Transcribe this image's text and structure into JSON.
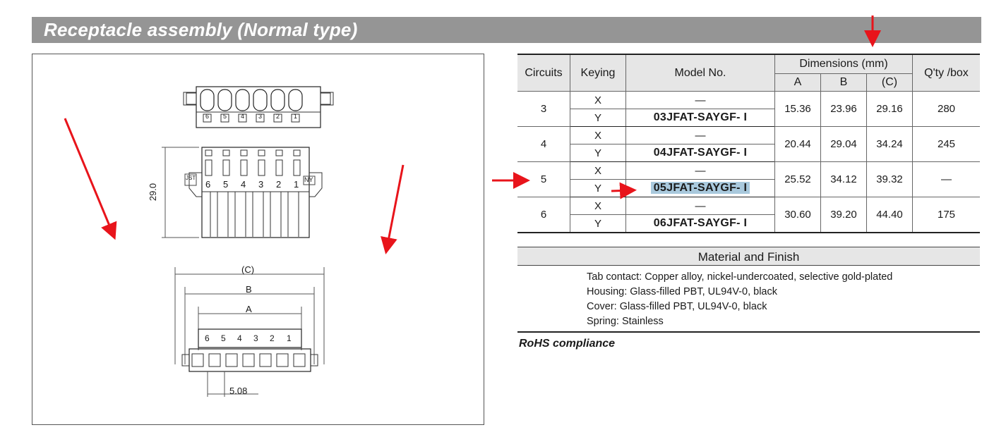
{
  "title": "Receptacle assembly (Normal type)",
  "drawing": {
    "top_numbers": [
      "6",
      "5",
      "4",
      "3",
      "2",
      "1"
    ],
    "side_numbers": [
      "6",
      "5",
      "4",
      "3",
      "2",
      "1"
    ],
    "bottom_numbers": [
      "6",
      "5",
      "4",
      "3",
      "2",
      "1"
    ],
    "dim_height": "29.0",
    "dim_c": "(C)",
    "dim_b": "B",
    "dim_a": "A",
    "dim_pitch": "5.08",
    "mark_jst": "JST",
    "mark_ny": "NY"
  },
  "table": {
    "headers": {
      "circuits": "Circuits",
      "keying": "Keying",
      "model": "Model No.",
      "dimensions": "Dimensions (mm)",
      "a": "A",
      "b": "B",
      "c": "(C)",
      "qty": "Q'ty /box"
    },
    "rows": [
      {
        "circuits": "3",
        "x_model": "—",
        "y_model": "03JFAT-SAYGF- I",
        "a": "15.36",
        "b": "23.96",
        "c": "29.16",
        "qty": "280"
      },
      {
        "circuits": "4",
        "x_model": "—",
        "y_model": "04JFAT-SAYGF- I",
        "a": "20.44",
        "b": "29.04",
        "c": "34.24",
        "qty": "245"
      },
      {
        "circuits": "5",
        "x_model": "—",
        "y_model": "05JFAT-SAYGF- I",
        "a": "25.52",
        "b": "34.12",
        "c": "39.32",
        "qty": "—"
      },
      {
        "circuits": "6",
        "x_model": "—",
        "y_model": "06JFAT-SAYGF- I",
        "a": "30.60",
        "b": "39.20",
        "c": "44.40",
        "qty": "175"
      }
    ],
    "key_x": "X",
    "key_y": "Y"
  },
  "material": {
    "heading": "Material and Finish",
    "lines": [
      "Tab contact: Copper alloy, nickel-undercoated, selective gold-plated",
      "Housing: Glass-filled PBT, UL94V-0, black",
      "Cover: Glass-filled PBT, UL94V-0, black",
      "Spring: Stainless"
    ]
  },
  "rohs": "RoHS compliance",
  "colors": {
    "title_bar": "#959595",
    "header_bg": "#e6e6e6",
    "highlight": "#a9c9dd",
    "annotation_arrow": "#e8141b"
  }
}
